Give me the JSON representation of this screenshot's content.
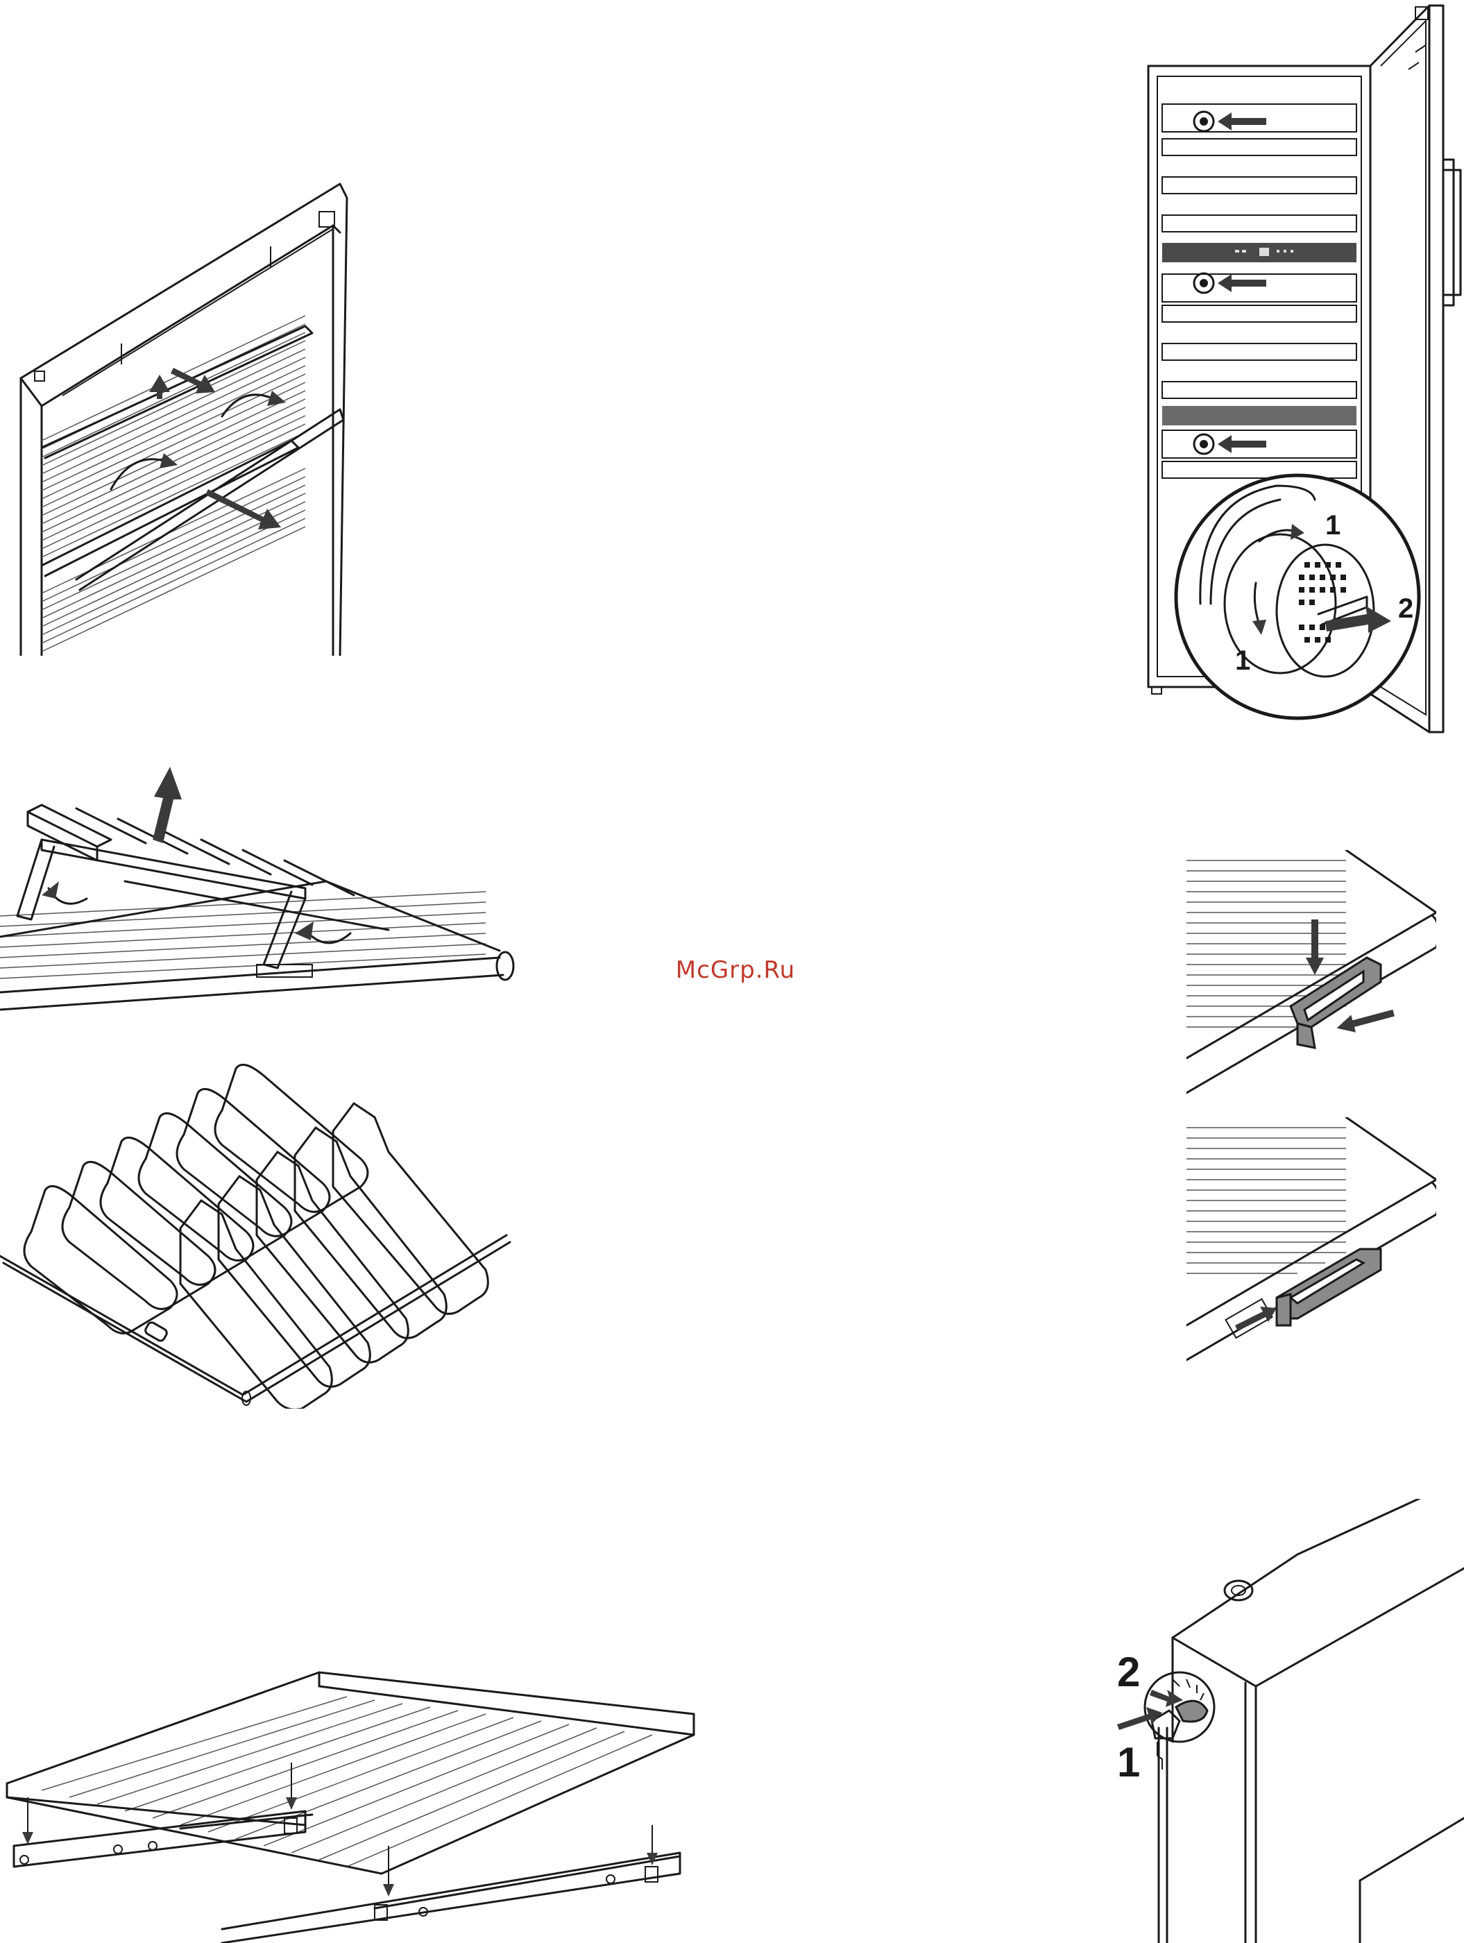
{
  "watermark": "McGrp.Ru",
  "figures": [
    {
      "id": "shelf-removal",
      "icon": "shelf-removal-illustration"
    },
    {
      "id": "cabinet-fan-filter",
      "icon": "cabinet-fan-filter-illustration",
      "callouts": [
        "1",
        "1",
        "2"
      ]
    },
    {
      "id": "rack-lift",
      "icon": "rack-lift-illustration"
    },
    {
      "id": "clip-insert",
      "icon": "clip-insert-illustration"
    },
    {
      "id": "bottle-rack",
      "icon": "bottle-rack-illustration"
    },
    {
      "id": "clip-slide",
      "icon": "clip-slide-illustration"
    },
    {
      "id": "telescopic-rails",
      "icon": "telescopic-rails-illustration"
    },
    {
      "id": "door-lock",
      "icon": "door-lock-illustration",
      "callouts": [
        "2",
        "1"
      ]
    }
  ],
  "callouts": {
    "filter_step_1a": "1",
    "filter_step_1b": "1",
    "filter_step_2": "2",
    "lock_step_2": "2",
    "lock_step_1": "1"
  }
}
